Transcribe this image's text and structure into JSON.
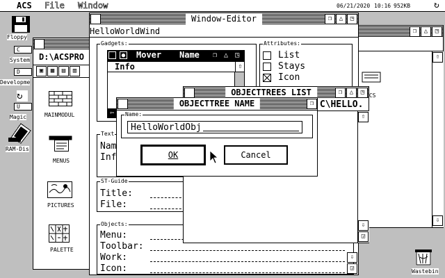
{
  "menubar": {
    "items": [
      "ACS",
      "File",
      "Window"
    ],
    "date": "06/21/2020",
    "time": "10:16",
    "mem": "952KB"
  },
  "desktop": {
    "icons": [
      {
        "label": "Floppy"
      },
      {
        "label": "C"
      },
      {
        "label": "System"
      },
      {
        "label": "D"
      },
      {
        "label": "Developme"
      },
      {
        "label": "U"
      },
      {
        "label": "Magic"
      },
      {
        "label": "RAM-Dis"
      },
      {
        "label": "Wastebin"
      }
    ]
  },
  "path_window": {
    "title": "D:\\ACSPRO",
    "items": [
      {
        "label": "MAINMODUL"
      },
      {
        "label": "MENUS"
      },
      {
        "label": "PICTURES"
      },
      {
        "label": "PALETTE"
      }
    ]
  },
  "back_window": {
    "partial_label": "ACS"
  },
  "window_editor": {
    "title": "Window-Editor",
    "name": "HelloWorldWind",
    "gadgets": {
      "label": "Gadgets:",
      "row": [
        "Mover",
        "Name"
      ],
      "info": "Info"
    },
    "attributes": {
      "label": "Attributes:",
      "items": [
        {
          "label": "List",
          "checked": false
        },
        {
          "label": "Stays",
          "checked": false
        },
        {
          "label": "Icon",
          "checked": true
        }
      ]
    },
    "text_frame": {
      "label": "Text",
      "rows": [
        "Nam",
        "Inf"
      ]
    },
    "st_guide": {
      "label": "ST-Guide",
      "rows": [
        "Title:",
        "File:"
      ]
    },
    "objects": {
      "label": "Objects:",
      "rows": [
        "Menu:",
        "Toolbar:",
        "Work:",
        "Icon:"
      ]
    }
  },
  "objecttrees_list": {
    "title": "OBJECTTREES LIST",
    "path": ".C\\HELLO."
  },
  "dialog": {
    "title": "OBJECTTREE NAME",
    "field_label": "Name:",
    "field_value": "HelloWorldObj",
    "ok_label": "OK",
    "cancel_label": "Cancel"
  }
}
